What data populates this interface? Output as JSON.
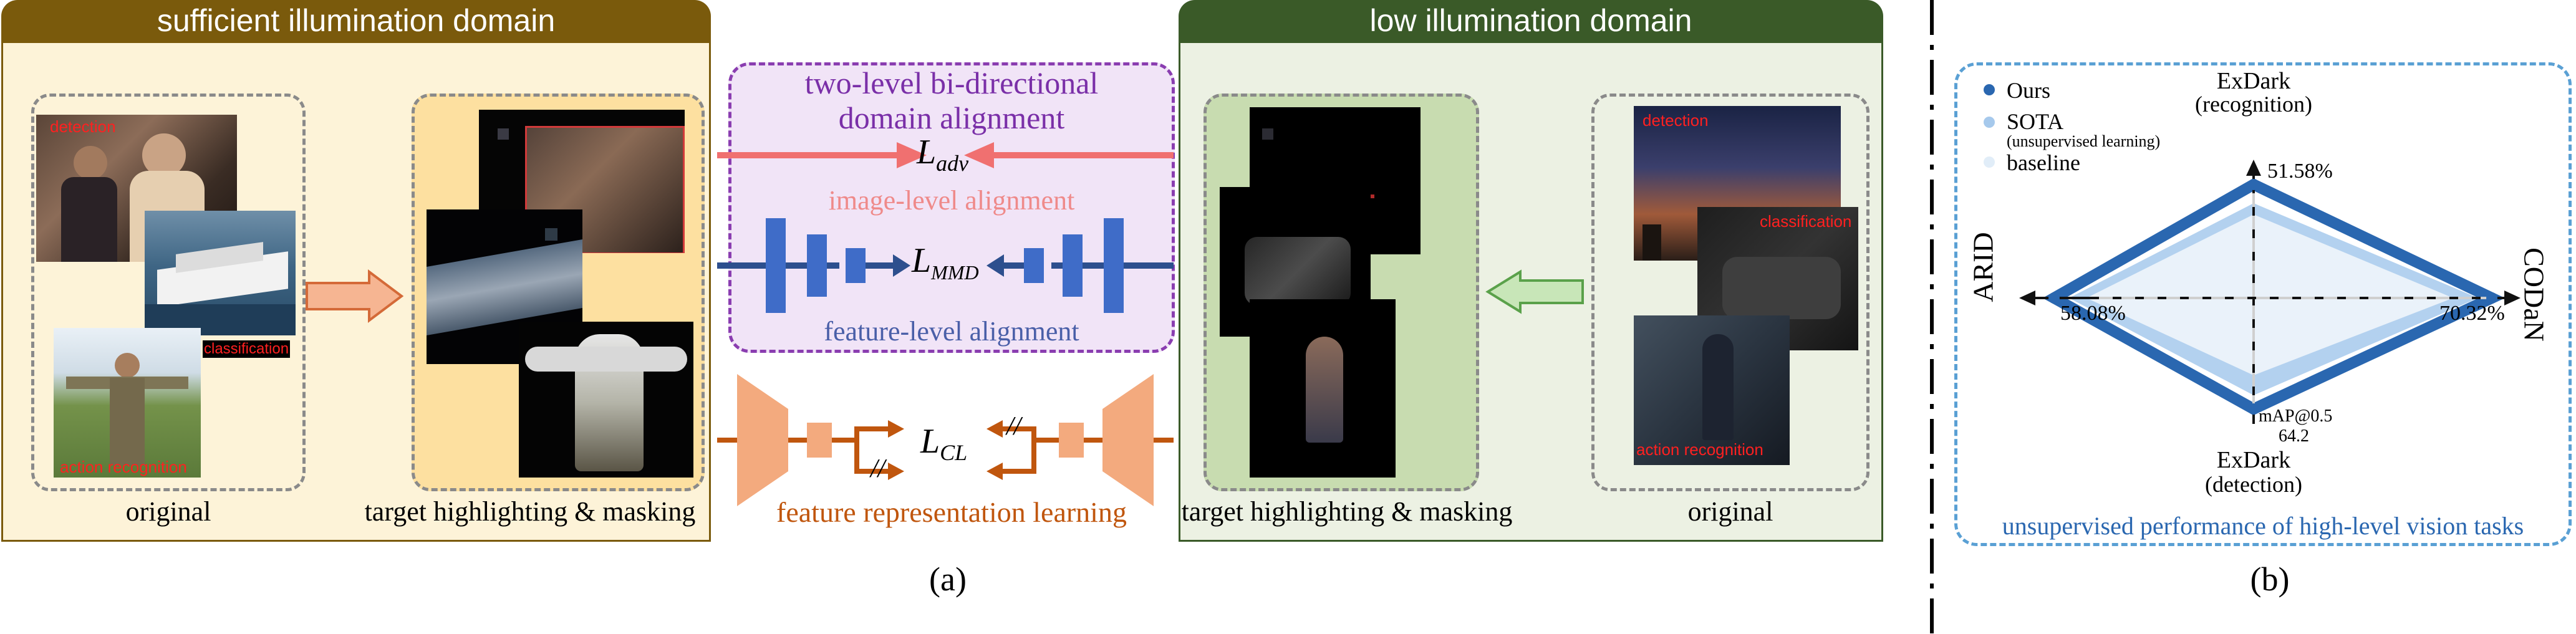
{
  "panel_a": {
    "sufficient_header": "sufficient illumination domain",
    "low_header": "low illumination domain",
    "original_left": "original",
    "target_left": "target highlighting & masking",
    "target_right": "target highlighting & masking",
    "original_right": "original",
    "tags_left": {
      "detection": "detection",
      "classification": "classification",
      "action": "action recognition"
    },
    "tags_right": {
      "detection": "detection",
      "classification": "classification",
      "action": "action recognition"
    },
    "alignment_title_1": "two-level bi-directional",
    "alignment_title_2": "domain alignment",
    "l_adv_main": "L",
    "l_adv_sub": "adv",
    "image_level": "image-level alignment",
    "l_mmd_main": "L",
    "l_mmd_sub": "MMD",
    "feature_level": "feature-level alignment",
    "l_cl_main": "L",
    "l_cl_sub": "CL",
    "feature_repr": "feature representation learning",
    "stop_grad": "//",
    "label": "(a)"
  },
  "panel_b": {
    "legend": {
      "ours": "Ours",
      "sota": "SOTA",
      "sota_sub": "(unsupervised learning)",
      "baseline": "baseline"
    },
    "axis_top_1": "ExDark",
    "axis_top_2": "(recognition)",
    "axis_bottom_1": "ExDark",
    "axis_bottom_2": "(detection)",
    "axis_left": "ARID",
    "axis_right": "CODaN",
    "val_top": "51.58%",
    "val_left": "58.08%",
    "val_right": "70.32%",
    "val_bottom_1": "mAP@0.5",
    "val_bottom_2": "64.2",
    "caption": "unsupervised performance of high-level vision tasks",
    "label": "(b)"
  },
  "colors": {
    "sufficient_header": "#7a5a0c",
    "low_header": "#3a5a28",
    "sufficient_bg": "#fdf3d8",
    "low_bg": "#ecf1e3",
    "alignment_bg": "#f1e4f7",
    "alignment_border": "#8a3db0",
    "adv_arrow": "#f07070",
    "mmd_blue": "#3f6cc8",
    "cl_orange": "#f3aa7e",
    "cl_arrow": "#c0560e",
    "radar_ours": "#2a67b0",
    "radar_sota": "#a6c9ec",
    "radar_base": "#e1edf8"
  },
  "chart_data": {
    "type": "radar",
    "axes": [
      "ExDark (recognition)",
      "CODaN",
      "ExDark (detection)",
      "ARID"
    ],
    "series": [
      {
        "name": "Ours",
        "values": [
          "51.58%",
          "70.32%",
          "64.2",
          "58.08%"
        ]
      },
      {
        "name": "SOTA"
      },
      {
        "name": "baseline"
      }
    ]
  }
}
